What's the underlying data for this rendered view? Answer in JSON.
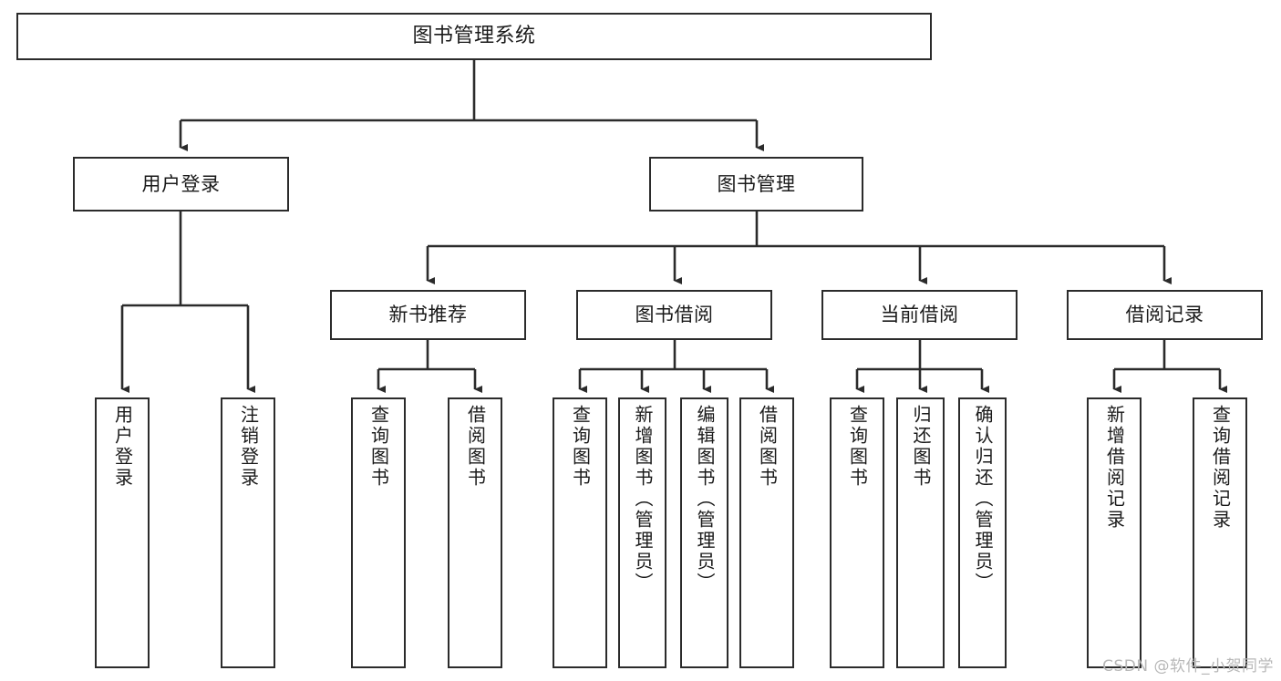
{
  "diagram": {
    "title": "图书管理系统",
    "type": "tree-hierarchy-chart",
    "stroke_color": "#2b2b2b",
    "fill_color": "#ffffff",
    "watermark": "CSDN @软件_小贺同学"
  },
  "nodes": {
    "root": {
      "label": "图书管理系统"
    },
    "level1": [
      {
        "id": "user-login",
        "label": "用户登录"
      },
      {
        "id": "book-management",
        "label": "图书管理"
      }
    ],
    "level2": [
      {
        "id": "new-book-recommend",
        "label": "新书推荐"
      },
      {
        "id": "book-borrow",
        "label": "图书借阅"
      },
      {
        "id": "current-borrow",
        "label": "当前借阅"
      },
      {
        "id": "borrow-record",
        "label": "借阅记录"
      }
    ],
    "leaves": [
      {
        "id": "leaf-user-login",
        "label": "用户登录",
        "parent": "user-login"
      },
      {
        "id": "leaf-logout",
        "label": "注销登录",
        "parent": "user-login"
      },
      {
        "id": "leaf-query-book-1",
        "label": "查询图书",
        "parent": "new-book-recommend"
      },
      {
        "id": "leaf-borrow-book-1",
        "label": "借阅图书",
        "parent": "new-book-recommend"
      },
      {
        "id": "leaf-query-book-2",
        "label": "查询图书",
        "parent": "book-borrow"
      },
      {
        "id": "leaf-add-book",
        "label": "新增图书（管理员）",
        "parent": "book-borrow"
      },
      {
        "id": "leaf-edit-book",
        "label": "编辑图书（管理员）",
        "parent": "book-borrow"
      },
      {
        "id": "leaf-borrow-book-2",
        "label": "借阅图书",
        "parent": "book-borrow"
      },
      {
        "id": "leaf-query-book-3",
        "label": "查询图书",
        "parent": "current-borrow"
      },
      {
        "id": "leaf-return-book",
        "label": "归还图书",
        "parent": "current-borrow"
      },
      {
        "id": "leaf-confirm-return",
        "label": "确认归还（管理员）",
        "parent": "current-borrow"
      },
      {
        "id": "leaf-add-record",
        "label": "新增借阅记录",
        "parent": "borrow-record"
      },
      {
        "id": "leaf-query-record",
        "label": "查询借阅记录",
        "parent": "borrow-record"
      }
    ]
  }
}
